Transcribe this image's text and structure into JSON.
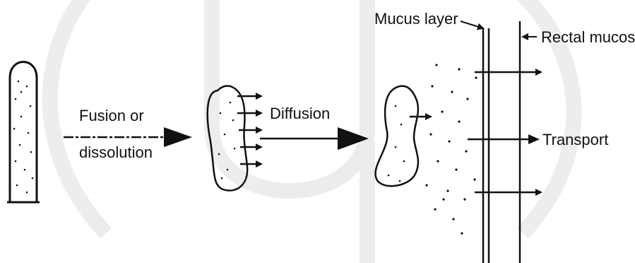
{
  "labels": {
    "fusion_line1": "Fusion or",
    "fusion_line2": "dissolution",
    "diffusion": "Diffusion",
    "mucus_layer": "Mucus layer",
    "rectal_mucosa": "Rectal mucosa",
    "transport": "Transport"
  },
  "colors": {
    "ink": "#111111",
    "watermark": "#d9d9d9"
  },
  "icons": {
    "suppository": "suppository-icon",
    "melting_mass": "melting-mass-icon",
    "dispersed_drug": "dispersed-drug-icon"
  }
}
